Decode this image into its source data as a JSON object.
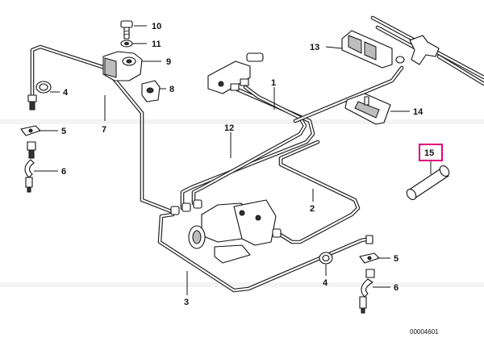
{
  "labels": {
    "l1": "1",
    "l2": "2",
    "l3": "3",
    "l4a": "4",
    "l4b": "4",
    "l5a": "5",
    "l5b": "5",
    "l6a": "6",
    "l6b": "6",
    "l7": "7",
    "l8": "8",
    "l9": "9",
    "l10": "10",
    "l11": "11",
    "l12": "12",
    "l13": "13",
    "l14": "14",
    "l15": "15"
  },
  "highlighted_part": "15",
  "highlight_color": "#e0007a",
  "reference_number": "00004601"
}
